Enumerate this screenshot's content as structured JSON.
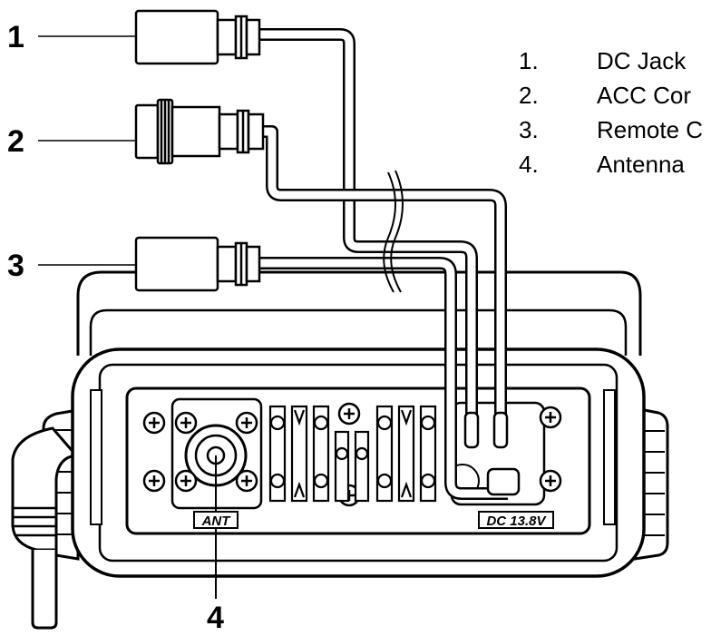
{
  "callouts": [
    "1",
    "2",
    "3",
    "4"
  ],
  "legend": [
    {
      "num": "1.",
      "text": "DC Jack"
    },
    {
      "num": "2.",
      "text": "ACC Cor"
    },
    {
      "num": "3.",
      "text": "Remote C"
    },
    {
      "num": "4.",
      "text": "Antenna"
    }
  ],
  "panel_labels": {
    "antenna": "ANT",
    "power": "DC 13.8V"
  }
}
